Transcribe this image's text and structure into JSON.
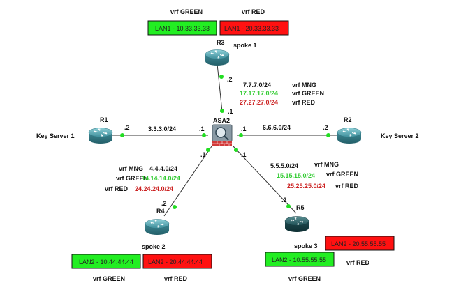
{
  "colors": {
    "green_box": "#22ee22",
    "red_box": "#ff1111",
    "link_dot": "#22dd22",
    "text_green": "#33cc33",
    "text_red": "#cc2222",
    "router_body": "#4a9aa8",
    "router_dark": "#1f5a5f",
    "firewall_body": "#7f8f9a"
  },
  "nodes": {
    "r3": {
      "name": "R3",
      "role": "spoke 1"
    },
    "r1": {
      "name": "R1",
      "role": "Key Server 1"
    },
    "r2": {
      "name": "R2",
      "role": "Key Server 2"
    },
    "asa": {
      "name": "ASA2"
    },
    "r4": {
      "name": "R4",
      "role": "spoke 2"
    },
    "r5": {
      "name": "R5",
      "role": "spoke 3"
    }
  },
  "lans": {
    "r3_green": {
      "text": "LAN1 - 10.33.33.33",
      "vrf": "vrf GREEN"
    },
    "r3_red": {
      "text": "LAN1 - 20.33.33.33",
      "vrf": "vrf RED"
    },
    "r4_green": {
      "text": "LAN2 - 10.44.44.44",
      "vrf": "vrf GREEN"
    },
    "r4_red": {
      "text": "LAN2 - 20.44.44.44",
      "vrf": "vrf RED"
    },
    "r5_green": {
      "text": "LAN2 - 10.55.55.55",
      "vrf": "vrf GREEN"
    },
    "r5_red": {
      "text": "LAN2 - 20.55.55.55",
      "vrf": "vrf RED"
    }
  },
  "links": {
    "asa_r3": {
      "r3_ip": ".2",
      "asa_ip": ".1",
      "subnets": [
        {
          "net": "7.7.7.0/24",
          "vrf": "vrf MNG"
        },
        {
          "net": "17.17.17.0/24",
          "vrf": "vrf GREEN"
        },
        {
          "net": "27.27.27.0/24",
          "vrf": "vrf RED"
        }
      ]
    },
    "asa_r1": {
      "r1_ip": ".2",
      "asa_ip": ".1",
      "net": "3.3.3.0/24"
    },
    "asa_r2": {
      "r2_ip": ".2",
      "asa_ip": ".1",
      "net": "6.6.6.0/24"
    },
    "asa_r4": {
      "r4_ip": ".2",
      "asa_ip": ".1",
      "subnets": [
        {
          "net": "4.4.4.0/24",
          "vrf": "vrf MNG"
        },
        {
          "net": "14.14.14.0/24",
          "vrf": "vrf GREEN"
        },
        {
          "net": "24.24.24.0/24",
          "vrf": "vrf RED"
        }
      ]
    },
    "asa_r5": {
      "r5_ip": ".2",
      "asa_ip": ".1",
      "subnets": [
        {
          "net": "5.5.5.0/24",
          "vrf": "vrf MNG"
        },
        {
          "net": "15.15.15.0/24",
          "vrf": "vrf GREEN"
        },
        {
          "net": "25.25.25.0/24",
          "vrf": "vrf RED"
        }
      ]
    }
  }
}
